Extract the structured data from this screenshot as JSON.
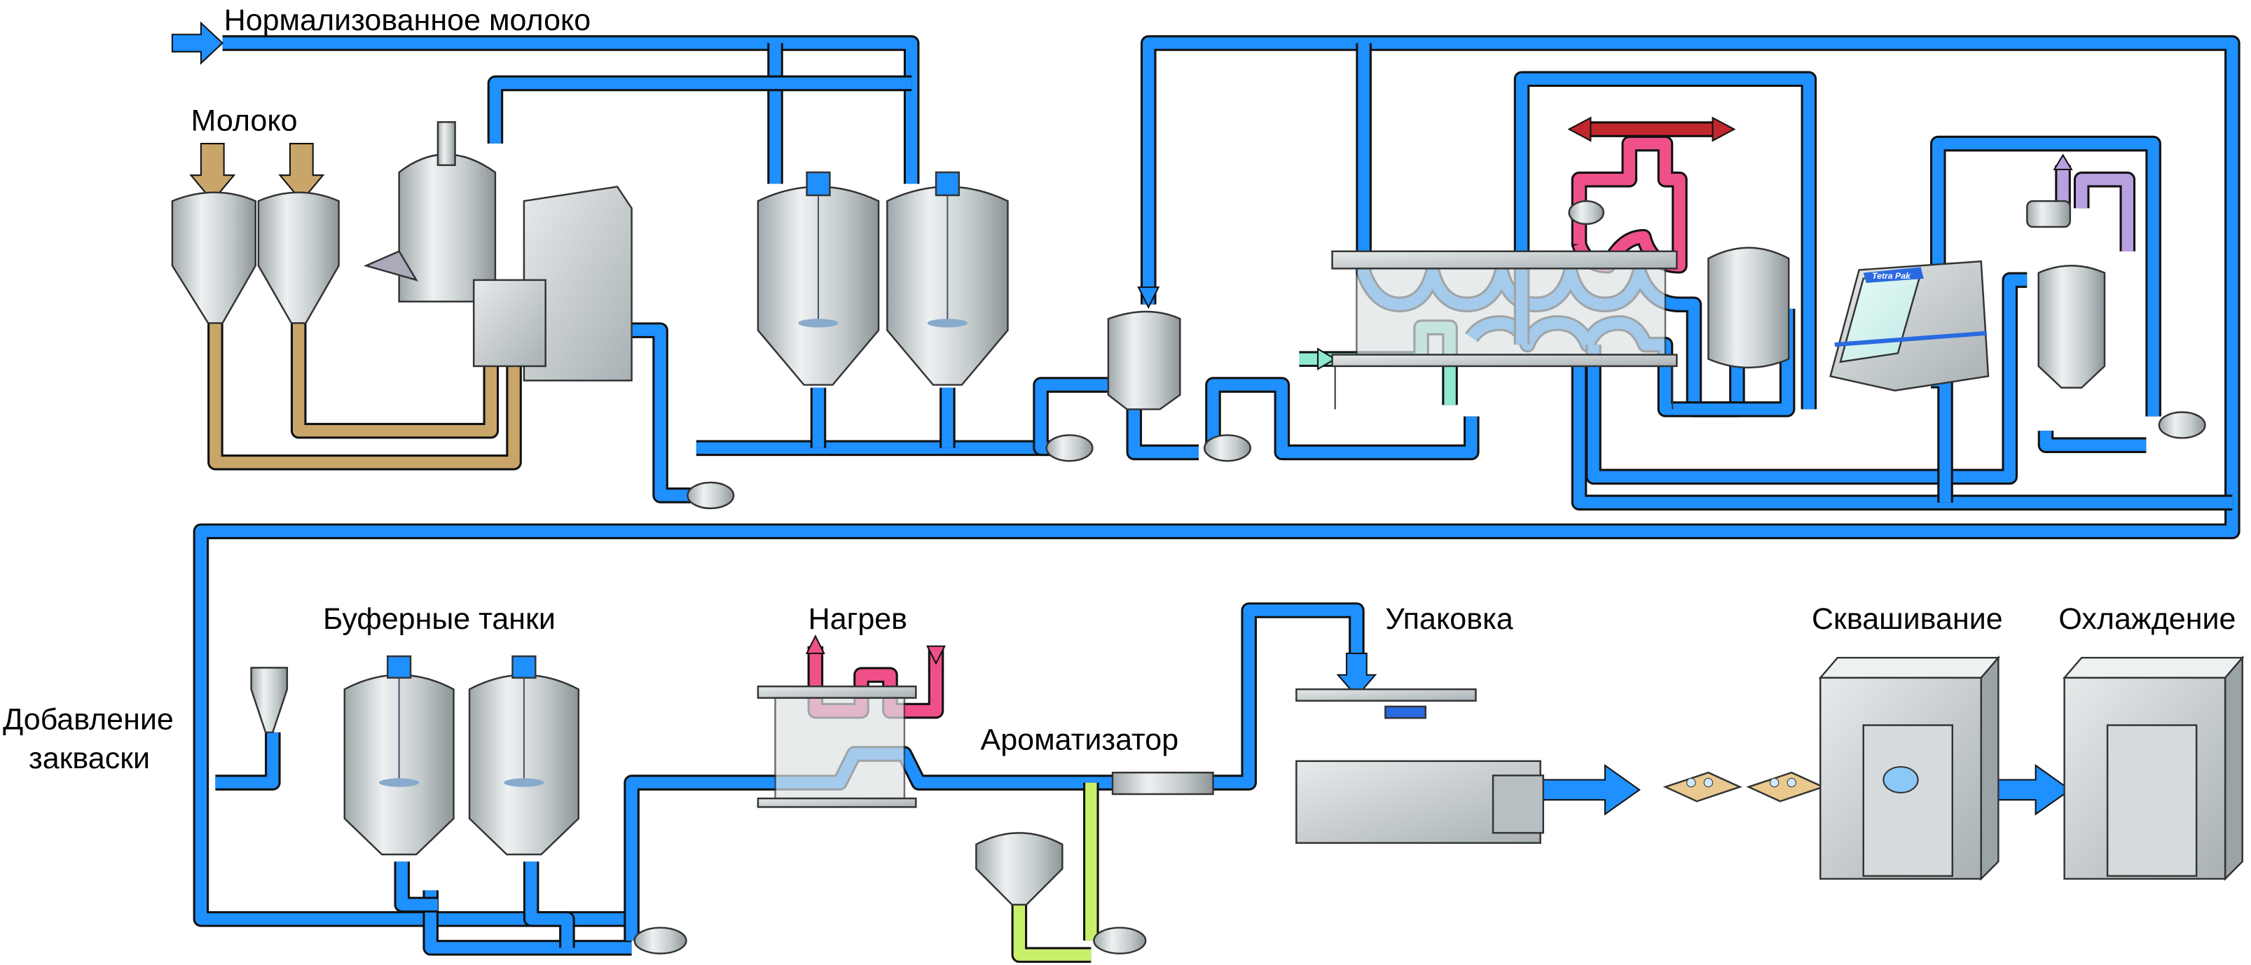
{
  "labels": {
    "normalized_milk": "Нормализованное молоко",
    "milk": "Молоко",
    "buffer_tanks": "Буферные танки",
    "heating": "Нагрев",
    "flavoring": "Ароматизатор",
    "packaging": "Упаковка",
    "fermentation": "Сквашивание",
    "cooling": "Охлаждение",
    "starter_line1": "Добавление",
    "starter_line2": "закваски"
  },
  "logo_text": "Tetra Pak",
  "colors": {
    "product_pipe": "#1e90ff",
    "raw_milk_pipe": "#c9a56a",
    "hot_medium": "#f0508a",
    "heating_medium": "#c0282d",
    "cooling_medium": "#8fe8d0",
    "flavor_pipe": "#c8f06a",
    "vacuum_pipe": "#b9a0e0",
    "equipment": "#c8cfd1"
  }
}
